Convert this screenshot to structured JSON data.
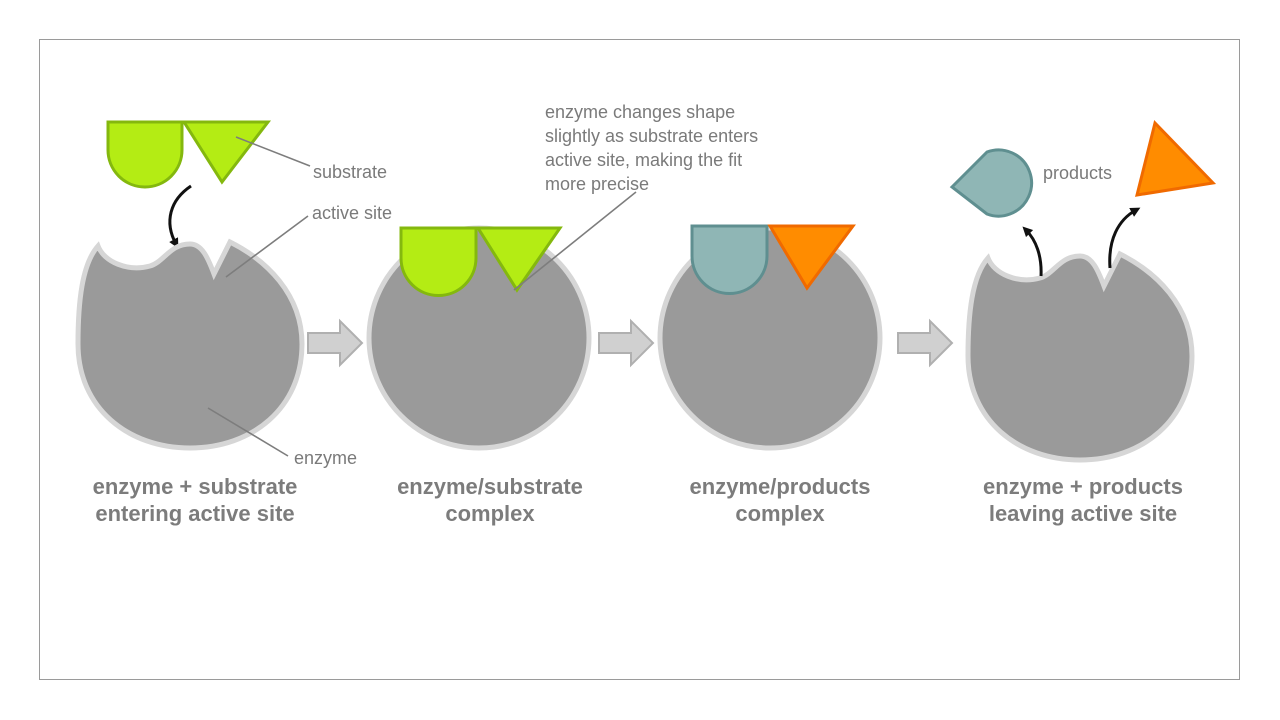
{
  "labels": {
    "substrate": "substrate",
    "active_site": "active site",
    "enzyme": "enzyme",
    "products": "products",
    "shape_note": [
      "enzyme changes shape",
      "slightly as substrate enters",
      "active site, making the fit",
      "more precise"
    ]
  },
  "stages": [
    {
      "caption": [
        "enzyme + substrate",
        "entering active site"
      ]
    },
    {
      "caption": [
        "enzyme/substrate",
        "complex"
      ]
    },
    {
      "caption": [
        "enzyme/products",
        "complex"
      ]
    },
    {
      "caption": [
        "enzyme + products",
        "leaving active site"
      ]
    }
  ],
  "colors": {
    "enzyme": "#9a9a9a",
    "enzyme_outline": "#d6d6d6",
    "substrate": "#b4ec14",
    "substrate_outline": "#84b80e",
    "product_round": "#8fb6b5",
    "product_round_outline": "#5f8f90",
    "product_triangle": "#ff8c00",
    "product_triangle_outline": "#f06a00",
    "arrow": "#d0d0d0"
  }
}
